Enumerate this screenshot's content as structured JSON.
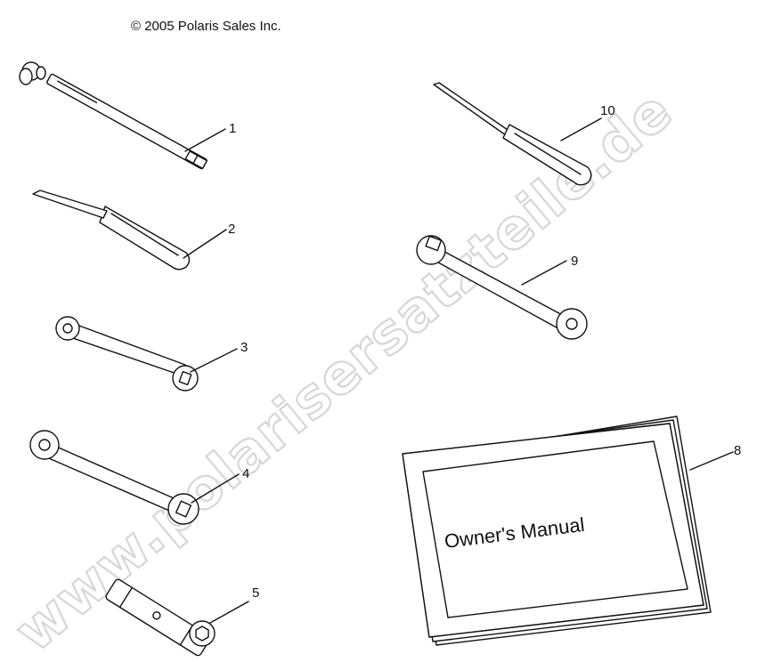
{
  "copyright": "© 2005 Polaris Sales Inc.",
  "watermark": "www.polarisersatzteile.de",
  "manual_title": "Owner's Manual",
  "callouts": {
    "c1": "1",
    "c2": "2",
    "c3": "3",
    "c4": "4",
    "c5": "5",
    "c8": "8",
    "c9": "9",
    "c10": "10"
  },
  "colors": {
    "line": "#111111",
    "watermark": "#d6d6d6",
    "background": "#ffffff"
  }
}
